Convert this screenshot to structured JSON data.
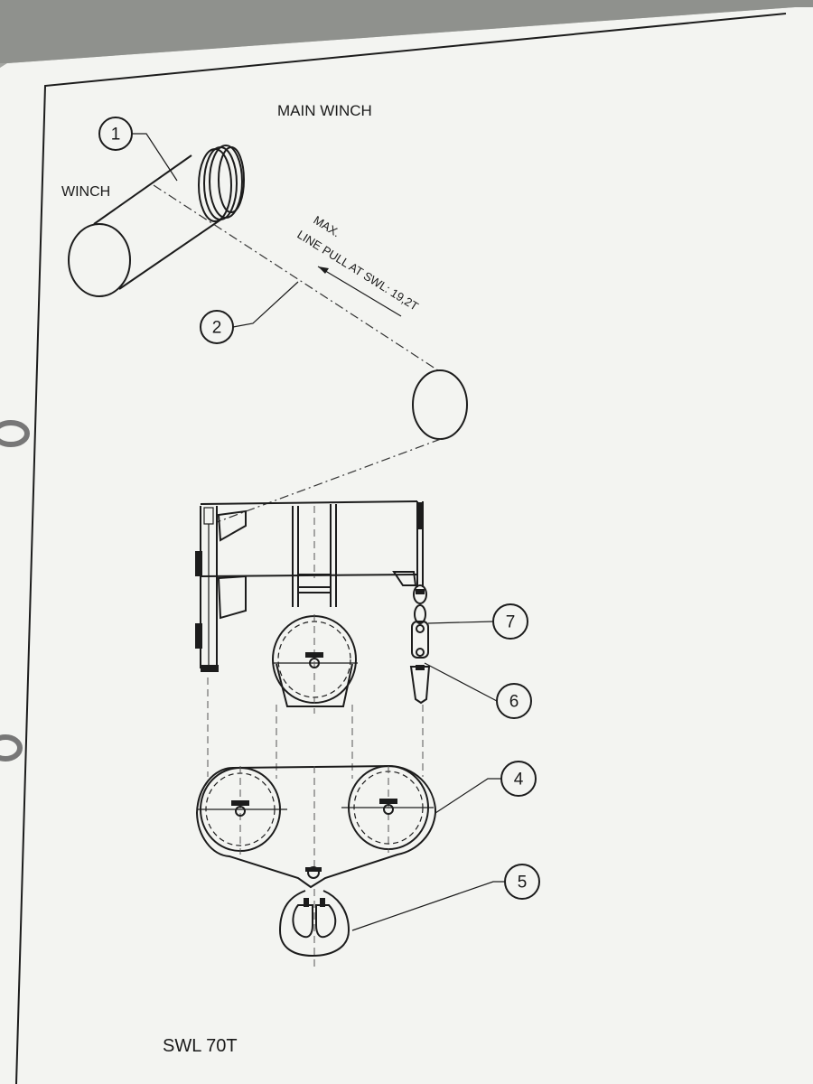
{
  "diagram": {
    "title": "MAIN WINCH",
    "winch_label": "WINCH",
    "line_pull_note_line1": "MAX.",
    "line_pull_note_line2": "LINE PULL AT SWL: 19,2T",
    "swl_label": "SWL 70T",
    "callouts": [
      "1",
      "2",
      "4",
      "5",
      "6",
      "7"
    ]
  },
  "colors": {
    "paper": "#f3f4f1",
    "ink": "#1c1c1c",
    "background": "#9a9c98"
  }
}
